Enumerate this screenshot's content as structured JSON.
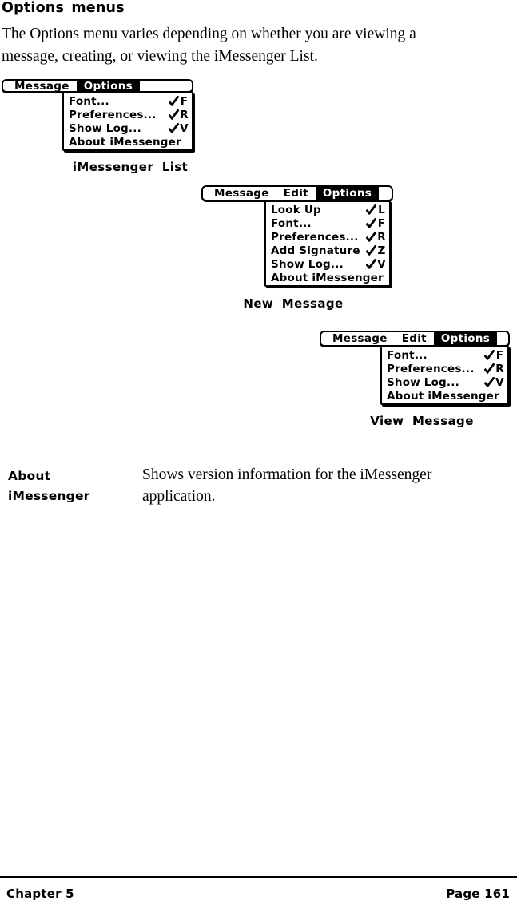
{
  "page": {
    "title": "Options menus",
    "intro": {
      "line1": "The Options menu varies depending on whether you are viewing a",
      "line2": "message, creating, or viewing the iMessenger List."
    },
    "footer": {
      "chapter": "Chapter 5",
      "page": "Page 161"
    }
  },
  "menus": [
    {
      "caption": "iMessenger List",
      "menubar": [
        {
          "label": "Message",
          "selected": false
        },
        {
          "label": "Options",
          "selected": true
        }
      ],
      "items": [
        {
          "label": "Font...",
          "shortcut": "F",
          "shortcut_icon": "command-stroke-icon"
        },
        {
          "label": "Preferences...",
          "shortcut": "R",
          "shortcut_icon": "command-stroke-icon"
        },
        {
          "label": "Show Log...",
          "shortcut": "V",
          "shortcut_icon": "command-stroke-icon"
        },
        {
          "label": "About iMessenger",
          "shortcut": ""
        }
      ]
    },
    {
      "caption": "New Message",
      "menubar": [
        {
          "label": "Message",
          "selected": false
        },
        {
          "label": "Edit",
          "selected": false
        },
        {
          "label": "Options",
          "selected": true
        }
      ],
      "items": [
        {
          "label": "Look Up",
          "shortcut": "L",
          "shortcut_icon": "command-stroke-icon"
        },
        {
          "label": "Font...",
          "shortcut": "F",
          "shortcut_icon": "command-stroke-icon"
        },
        {
          "label": "Preferences...",
          "shortcut": "R",
          "shortcut_icon": "command-stroke-icon"
        },
        {
          "label": "Add Signature",
          "shortcut": "Z",
          "shortcut_icon": "command-stroke-icon"
        },
        {
          "label": "Show Log...",
          "shortcut": "V",
          "shortcut_icon": "command-stroke-icon"
        },
        {
          "label": "About iMessenger",
          "shortcut": ""
        }
      ]
    },
    {
      "caption": "View Message",
      "menubar": [
        {
          "label": "Message",
          "selected": false
        },
        {
          "label": "Edit",
          "selected": false
        },
        {
          "label": "Options",
          "selected": true
        }
      ],
      "items": [
        {
          "label": "Font...",
          "shortcut": "F",
          "shortcut_icon": "command-stroke-icon"
        },
        {
          "label": "Preferences...",
          "shortcut": "R",
          "shortcut_icon": "command-stroke-icon"
        },
        {
          "label": "Show Log...",
          "shortcut": "V",
          "shortcut_icon": "command-stroke-icon"
        },
        {
          "label": "About iMessenger",
          "shortcut": ""
        }
      ]
    }
  ],
  "definition": {
    "term_line1": "About",
    "term_line2": "iMessenger",
    "description_line1": "Shows version information for the iMessenger",
    "description_line2": "application."
  },
  "colors": {
    "ink": "#000000",
    "paper": "#ffffff",
    "selected_bg": "#000000",
    "selected_text": "#ffffff"
  }
}
